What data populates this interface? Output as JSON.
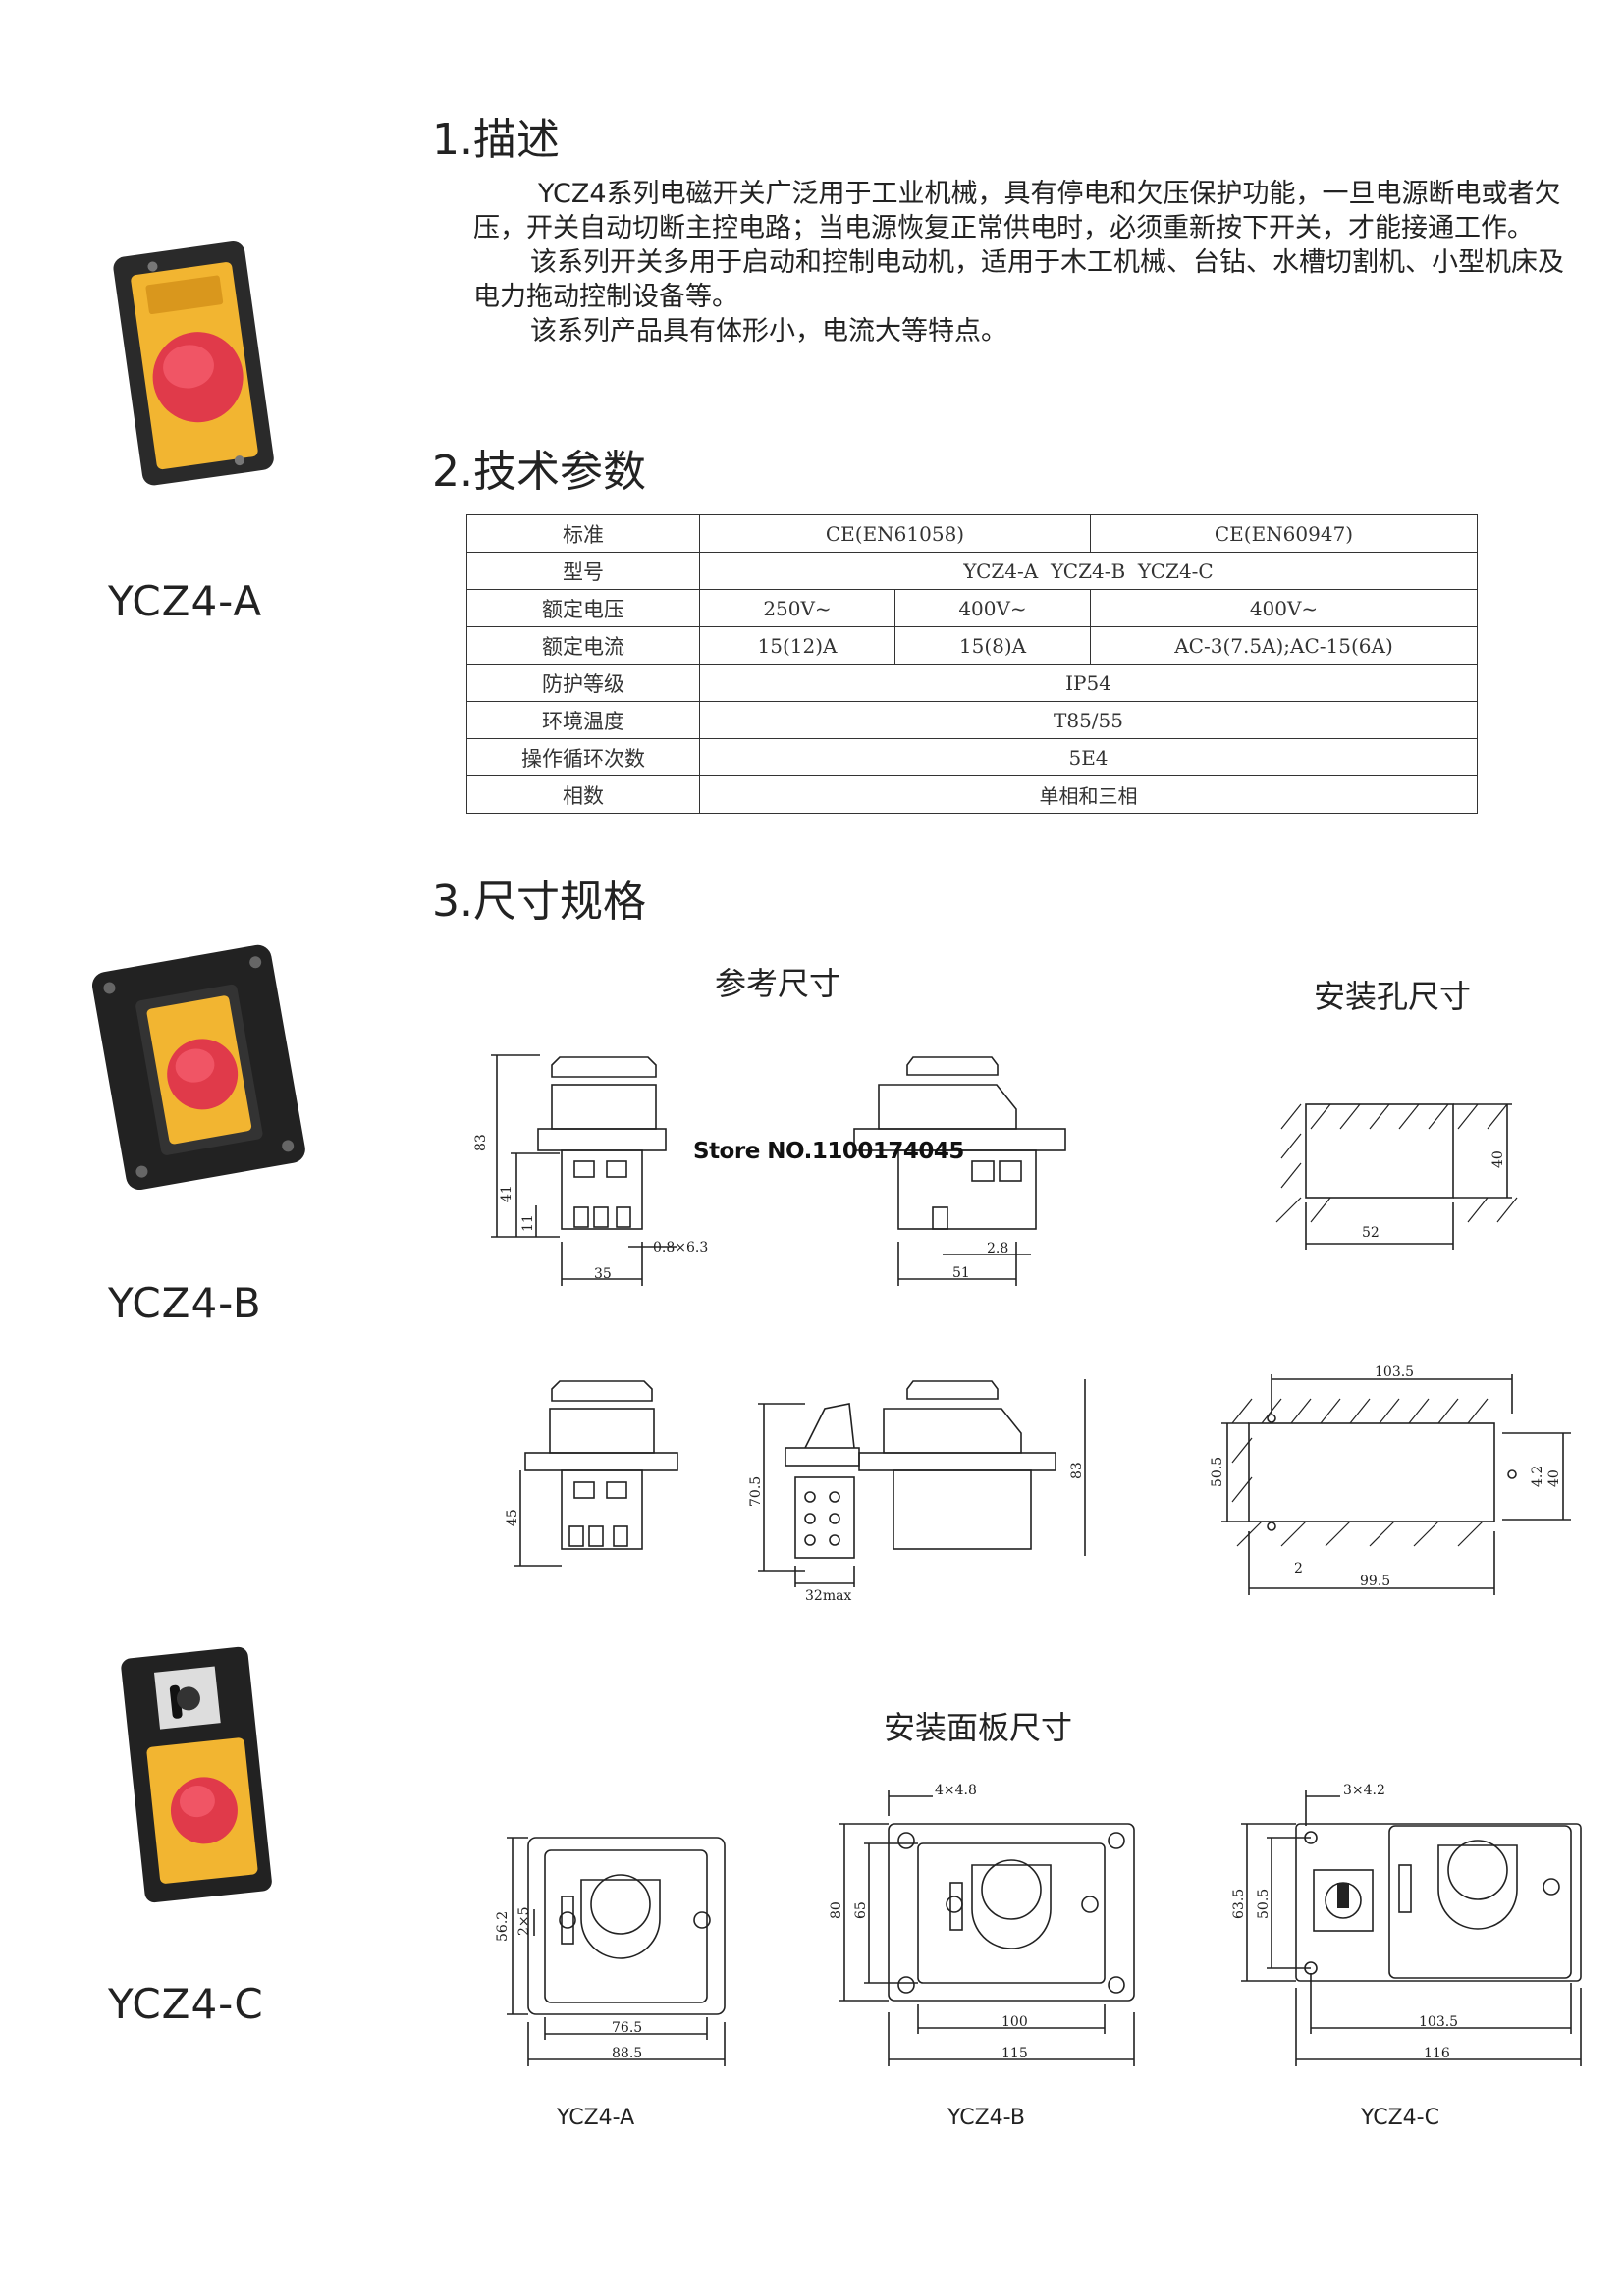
{
  "products": [
    {
      "label": "YCZ4-A",
      "icon": "switch-a-icon"
    },
    {
      "label": "YCZ4-B",
      "icon": "switch-b-icon"
    },
    {
      "label": "YCZ4-C",
      "icon": "switch-c-icon"
    }
  ],
  "section1": {
    "title": "1.描述",
    "paragraphs": [
      "YCZ4系列电磁开关广泛用于工业机械，具有停电和欠压保护功能，一旦电源断电或者欠压，开关自动切断主控电路；当电源恢复正常供电时，必须重新按下开关，才能接通工作。",
      "该系列开关多用于启动和控制电动机，适用于木工机械、台钻、水槽切割机、小型机床及电力拖动控制设备等。",
      "该系列产品具有体形小，电流大等特点。"
    ]
  },
  "section2": {
    "title": "2.技术参数",
    "table": {
      "standard": {
        "label": "标准",
        "v1": "CE(EN61058)",
        "v2": "CE(EN60947)"
      },
      "model": {
        "label": "型号",
        "value": "YCZ4-A  YCZ4-B  YCZ4-C"
      },
      "voltage": {
        "label": "额定电压",
        "v1": "250V~",
        "v2": "400V~",
        "v3": "400V~"
      },
      "current": {
        "label": "额定电流",
        "v1": "15(12)A",
        "v2": "15(8)A",
        "v3": "AC-3(7.5A);AC-15(6A)"
      },
      "protection": {
        "label": "防护等级",
        "value": "IP54"
      },
      "temperature": {
        "label": "环境温度",
        "value": "T85/55"
      },
      "cycles": {
        "label": "操作循环次数",
        "value": "5E4"
      },
      "phase": {
        "label": "相数",
        "value": "单相和三相"
      }
    }
  },
  "section3": {
    "title": "3.尺寸规格",
    "ref_title": "参考尺寸",
    "hole_title": "安装孔尺寸",
    "panel_title": "安装面板尺寸",
    "watermark": "Store NO.1100174045",
    "dims": {
      "d83": "83",
      "d41": "41",
      "d11": "11",
      "d08": "0.8×6.3",
      "d35": "35",
      "d28": "2.8",
      "d51": "51",
      "d40": "40",
      "d52": "52",
      "d1035": "103.5",
      "d505": "50.5",
      "d42": "4.2",
      "d2": "2",
      "d995": "99.5",
      "d45": "45",
      "d705": "70.5",
      "d83b": "83",
      "d32": "32max",
      "a562": "56.2",
      "a2x5": "2×5",
      "a765": "76.5",
      "a885": "88.5",
      "b4x48": "4×4.8",
      "b80": "80",
      "b65": "65",
      "b100": "100",
      "b115": "115",
      "c3x42": "3×4.2",
      "c635": "63.5",
      "c505": "50.5",
      "c1035": "103.5",
      "c116": "116"
    },
    "captions": [
      "YCZ4-A",
      "YCZ4-B",
      "YCZ4-C"
    ]
  }
}
